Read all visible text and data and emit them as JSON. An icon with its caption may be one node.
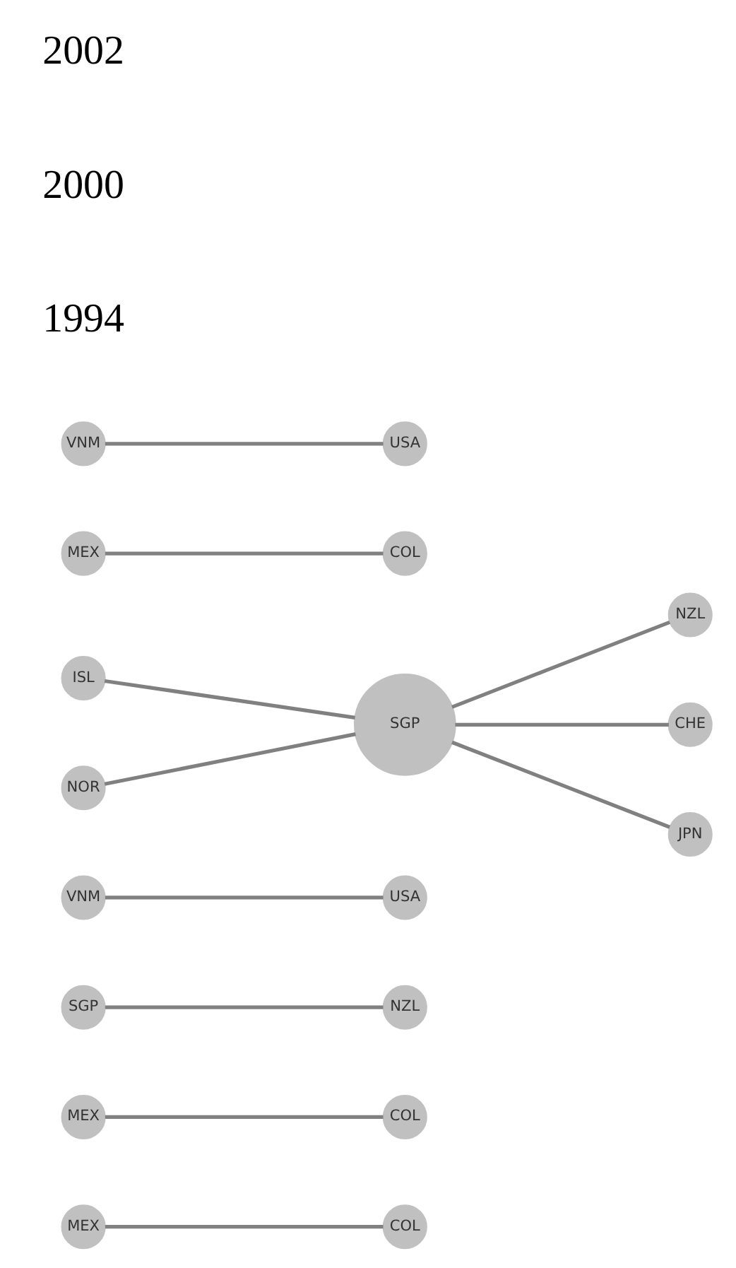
{
  "diagram": {
    "nodes": [
      {
        "text": [
          "MEX"
        ]
      },
      {
        "text": [
          "COL"
        ]
      },
      {
        "text": [
          "MEX"
        ]
      },
      {
        "text": [
          "COL"
        ]
      },
      {
        "text": [
          "SGP"
        ]
      },
      {
        "text": [
          "NZL"
        ]
      },
      {
        "text": [
          "VNM"
        ]
      },
      {
        "text": [
          "USA"
        ]
      },
      {
        "text": [
          "NZL"
        ]
      },
      {
        "text": [
          "CHE"
        ]
      },
      {
        "text": [
          "ISL"
        ]
      },
      {
        "text": [
          "SGP"
        ]
      },
      {
        "text": [
          "NOR"
        ]
      },
      {
        "text": [
          "JPN"
        ]
      },
      {
        "text": [
          "MEX"
        ]
      },
      {
        "text": [
          "COL"
        ]
      },
      {
        "text": [
          "VNM"
        ]
      },
      {
        "text": [
          "USA"
        ]
      }
    ],
    "edges": [
      {
        "from": 0,
        "to": 1,
        "arrow": "none"
      },
      {
        "from": 2,
        "to": 3,
        "arrow": "none"
      },
      {
        "from": 4,
        "to": 5,
        "arrow": "none"
      },
      {
        "from": 6,
        "to": 7,
        "arrow": "none"
      },
      {
        "from": 11,
        "to": 8,
        "arrow": "none"
      },
      {
        "from": 11,
        "to": 9,
        "arrow": "none"
      },
      {
        "from": 10,
        "to": 11,
        "arrow": "none"
      },
      {
        "from": 12,
        "to": 11,
        "arrow": "none"
      },
      {
        "from": 11,
        "to": 13,
        "arrow": "none"
      },
      {
        "from": 14,
        "to": 15,
        "arrow": "none"
      },
      {
        "from": 16,
        "to": 17,
        "arrow": "none"
      }
    ],
    "labels": [
      "1994",
      "2000",
      "2002"
    ]
  }
}
